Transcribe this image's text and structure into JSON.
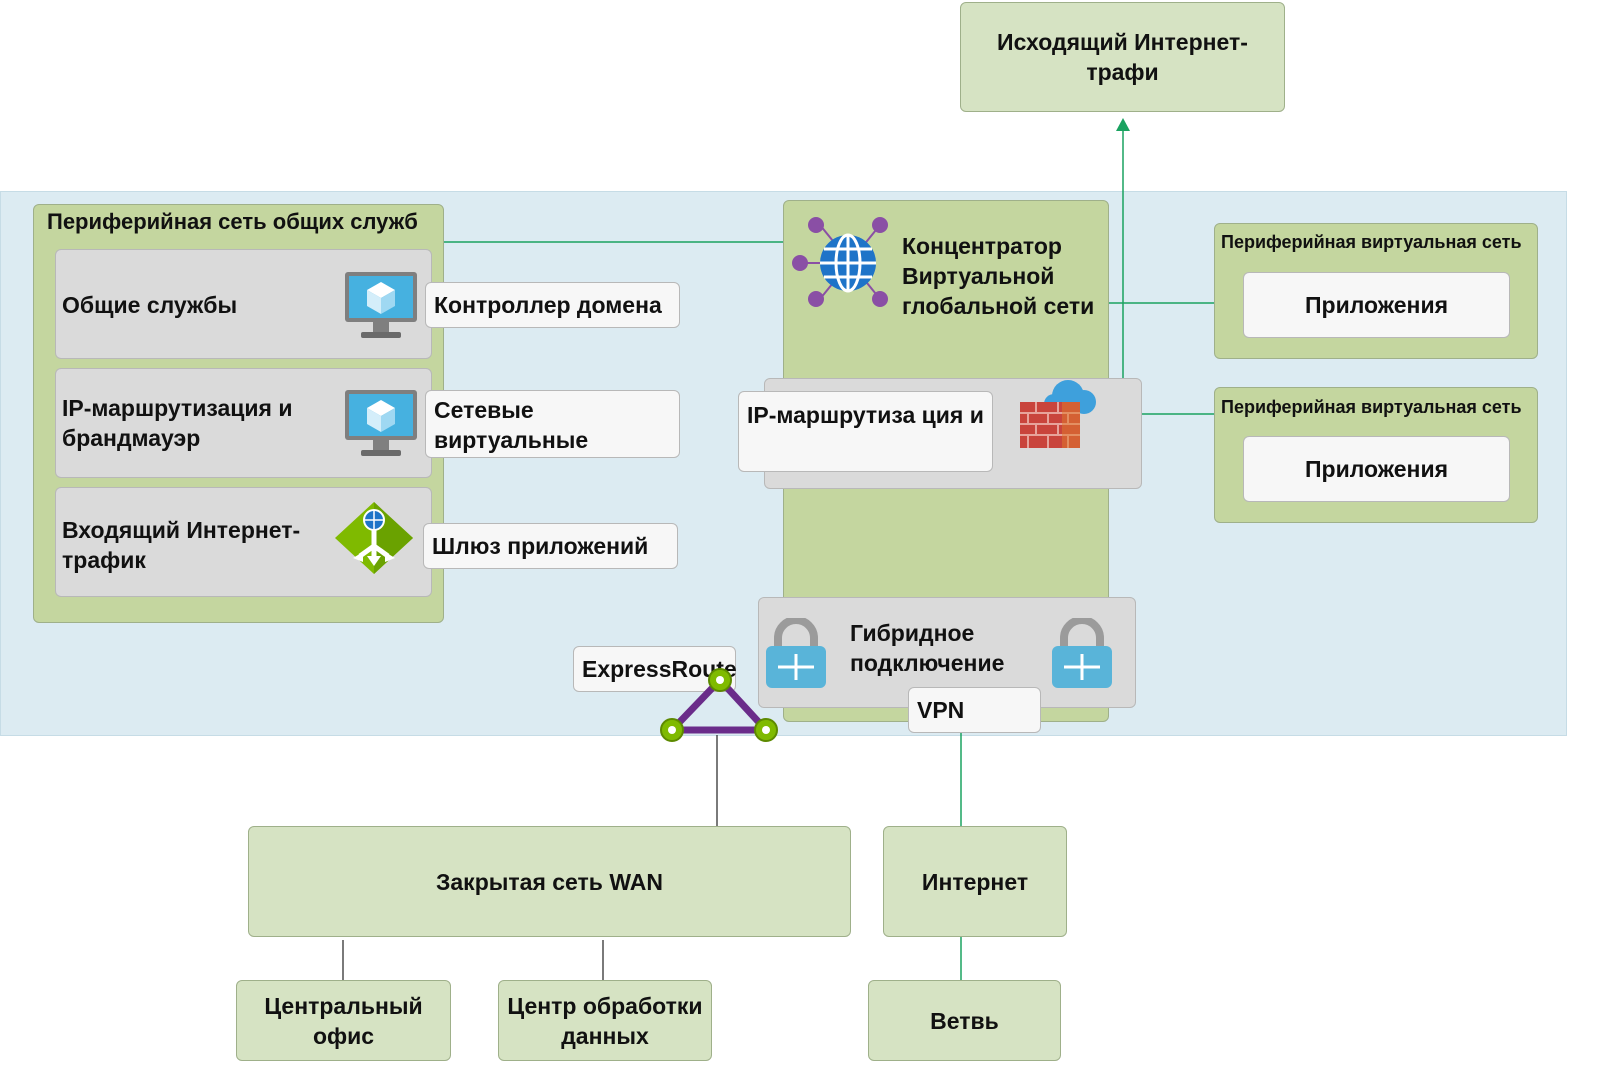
{
  "outbound": "Исходящий Интернет-трафи",
  "shared_spoke": {
    "title": "Периферийная сеть общих служб",
    "rows": [
      {
        "label": "Общие службы",
        "tag": "Контроллер домена"
      },
      {
        "label": "IP-маршрутизация и брандмауэр",
        "tag": "Сетевые виртуальные"
      },
      {
        "label": "Входящий Интернет-трафик",
        "tag": "Шлюз приложений"
      }
    ]
  },
  "hub": {
    "title": "Концентратор Виртуальной глобальной сети",
    "routing_label": "IP-маршрутиза ция и",
    "hybrid_label": "Гибридное подключение",
    "expressroute": "ExpressRoute",
    "vpn": "VPN"
  },
  "spokes": [
    {
      "title": "Периферийная виртуальная сеть",
      "app": "Приложения"
    },
    {
      "title": "Периферийная виртуальная сеть",
      "app": "Приложения"
    }
  ],
  "bottom": {
    "wan": "Закрытая сеть WAN",
    "internet": "Интернет",
    "hq": "Центральный офис",
    "dc": "Центр обработки данных",
    "branch": "Ветвь"
  },
  "colors": {
    "accent_green": "#1aa260",
    "hub_purple": "#6a2c8a",
    "azure_blue": "#1e74c8"
  }
}
